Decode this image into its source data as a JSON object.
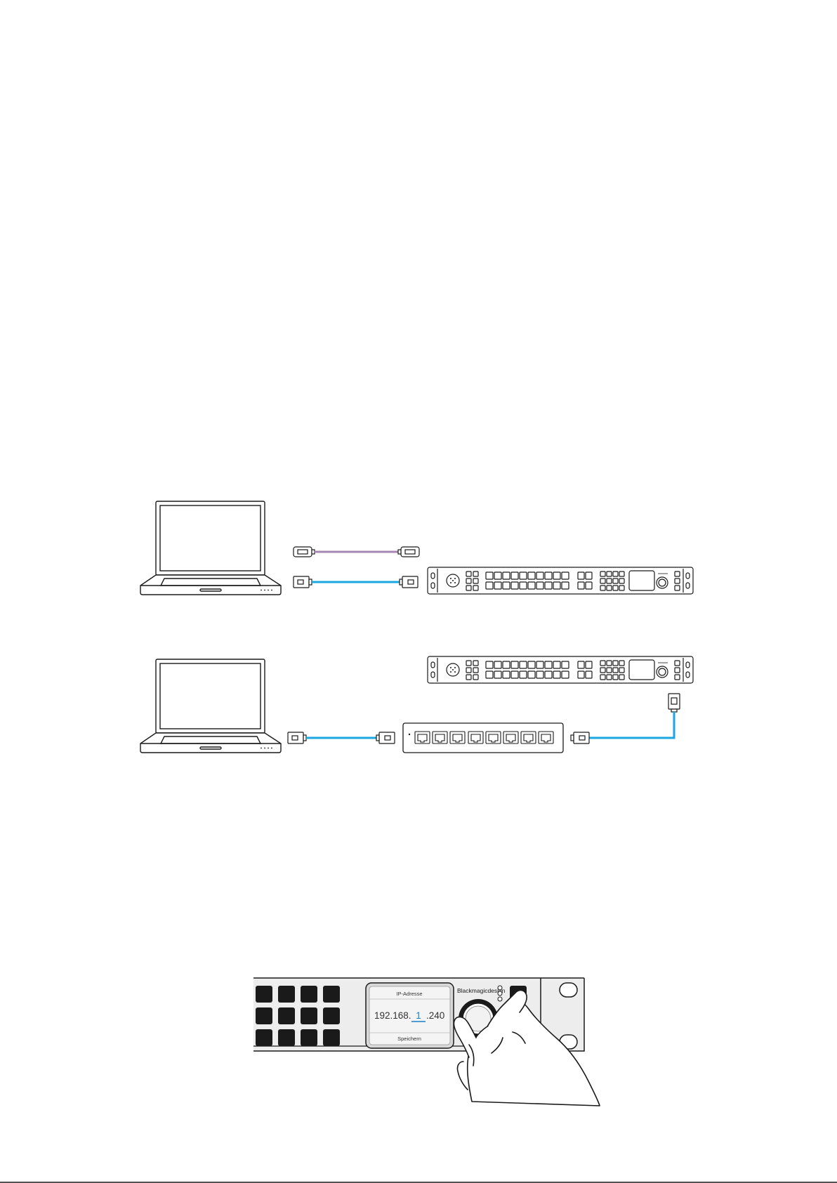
{
  "figures": [
    {
      "id": "fig-direct-connection"
    },
    {
      "id": "fig-network-switch-connection"
    },
    {
      "id": "fig-front-panel-ip-setting"
    }
  ],
  "front_panel": {
    "brand_logo": "Blackmagicdesign",
    "lcd": {
      "title": "IP-Adresse",
      "ip_prefix": "192.168.",
      "ip_selected_octet": "1",
      "ip_suffix": ".240",
      "action_label": "Speichern"
    }
  },
  "colors": {
    "ethernet_cable": "#1aa7e0",
    "usb_cable": "#a886b2",
    "line_art": "#1a1a1a"
  }
}
